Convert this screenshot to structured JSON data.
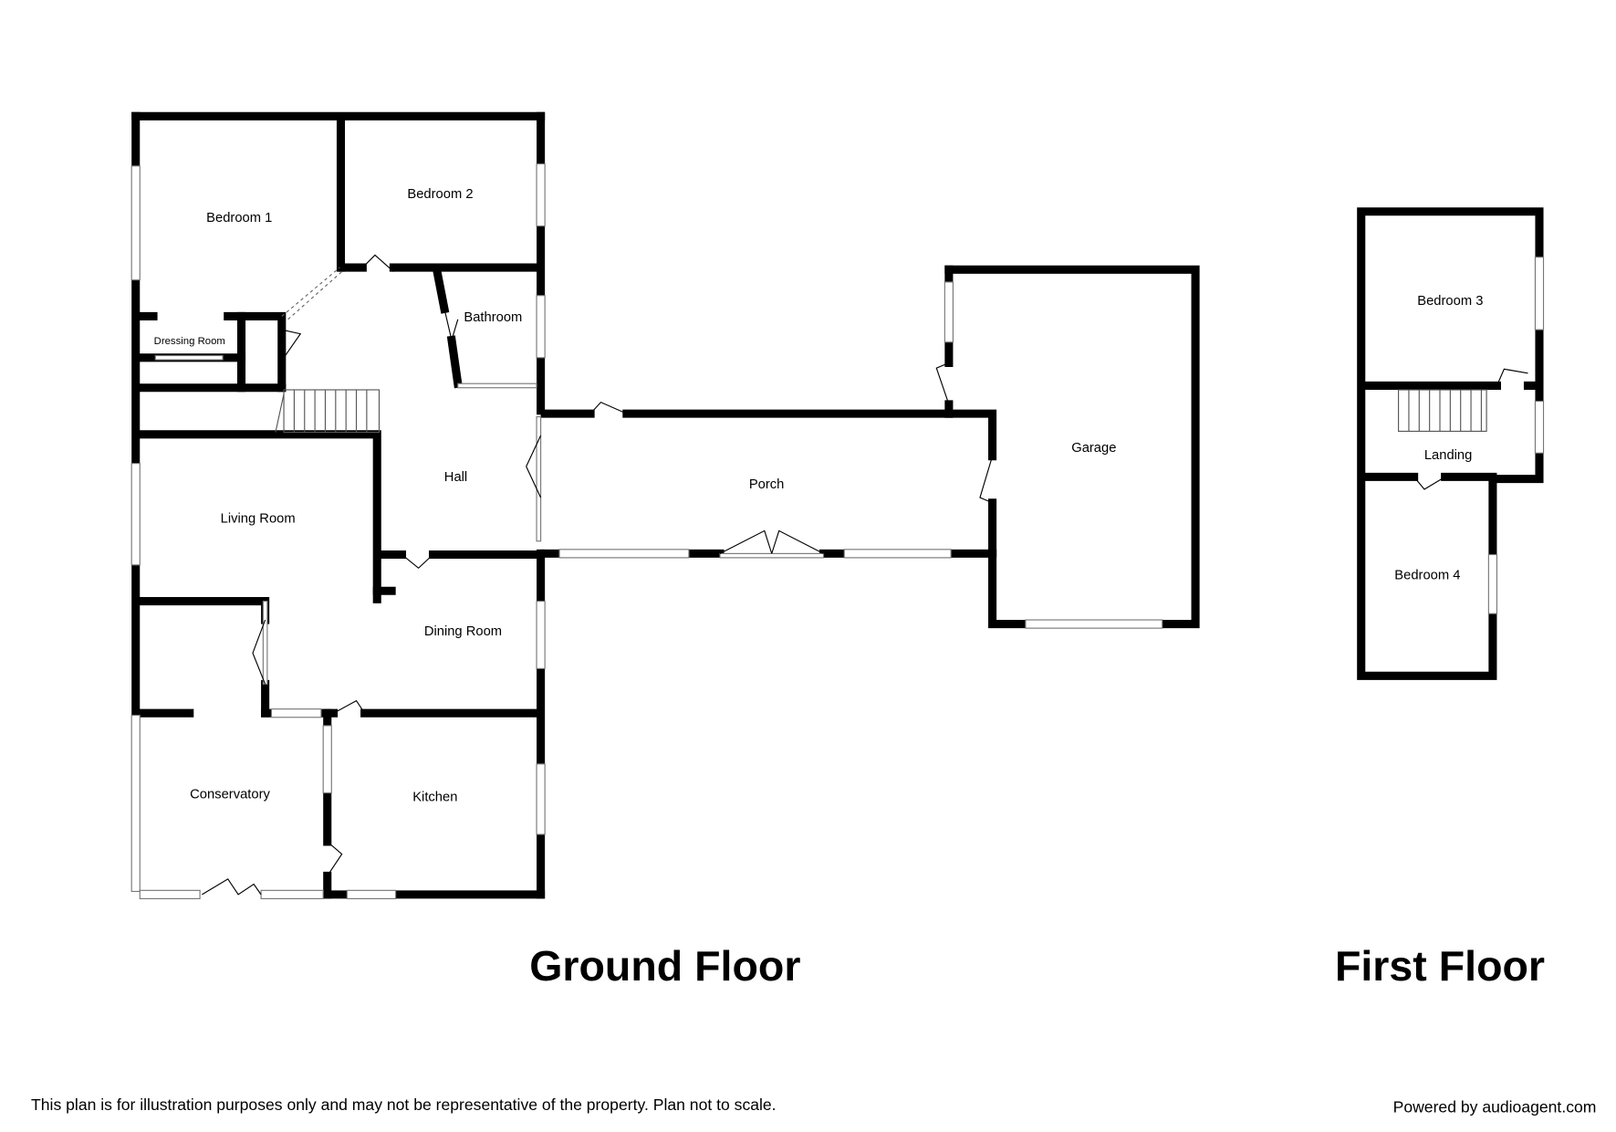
{
  "ground_floor": {
    "title": "Ground Floor",
    "rooms": {
      "bedroom1": "Bedroom 1",
      "bedroom2": "Bedroom 2",
      "bathroom": "Bathroom",
      "dressing_room": "Dressing Room",
      "hall": "Hall",
      "living_room": "Living Room",
      "dining_room": "Dining Room",
      "conservatory": "Conservatory",
      "kitchen": "Kitchen",
      "porch": "Porch",
      "garage": "Garage"
    }
  },
  "first_floor": {
    "title": "First Floor",
    "rooms": {
      "bedroom3": "Bedroom 3",
      "landing": "Landing",
      "bedroom4": "Bedroom 4"
    }
  },
  "footer": {
    "disclaimer": "This plan is for illustration purposes only and may not be representative of the property. Plan not to scale.",
    "credit": "Powered by audioagent.com"
  }
}
